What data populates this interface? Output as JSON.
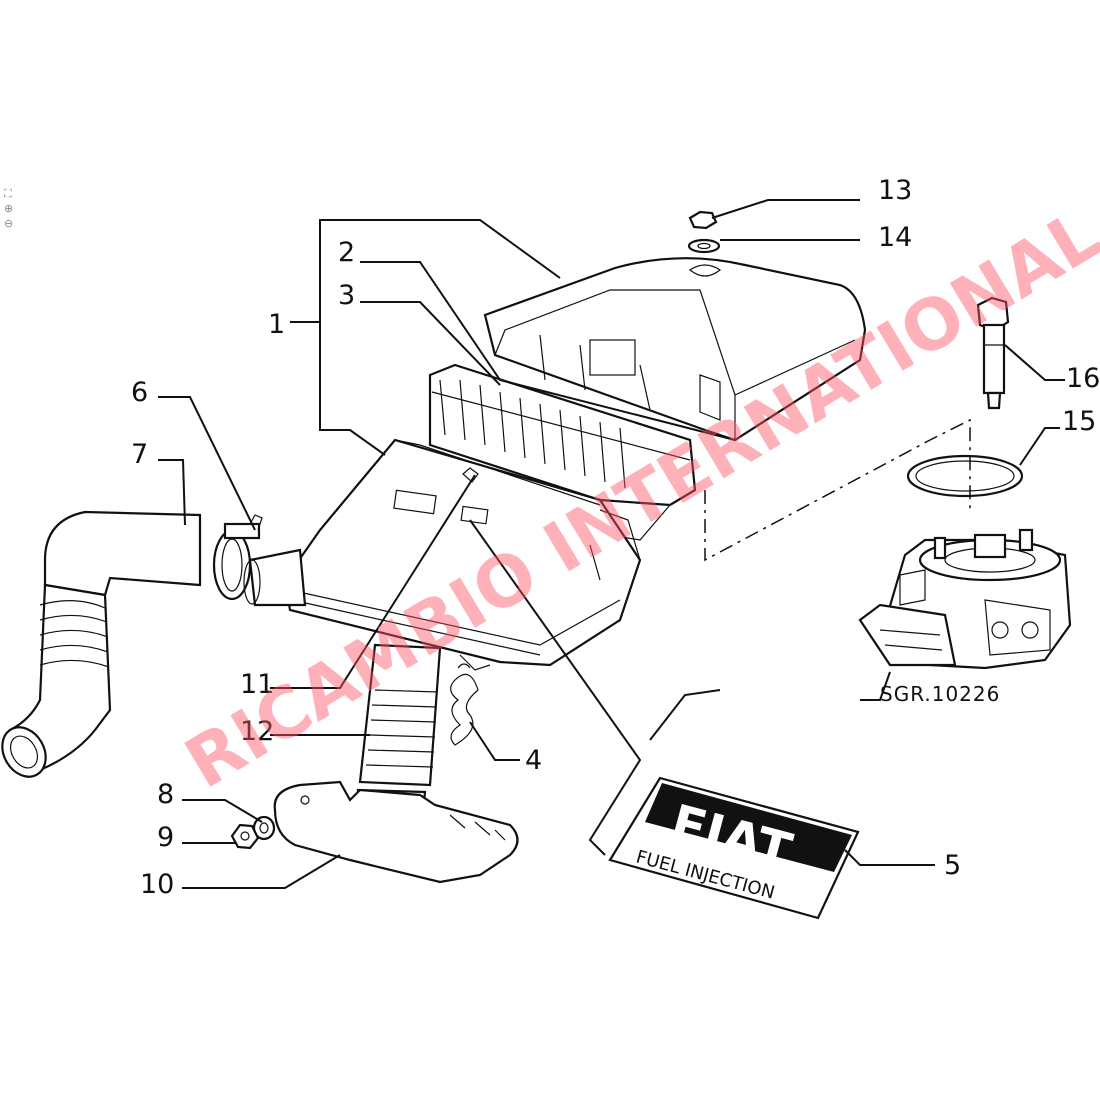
{
  "viewer_tools": [
    {
      "name": "fit-icon",
      "glyph": "⛶"
    },
    {
      "name": "zoom-in-icon",
      "glyph": "⊕"
    },
    {
      "name": "zoom-out-icon",
      "glyph": "⊖"
    }
  ],
  "callouts": [
    "1",
    "2",
    "3",
    "4",
    "5",
    "6",
    "7",
    "8",
    "9",
    "10",
    "11",
    "12",
    "13",
    "14",
    "15",
    "16"
  ],
  "reference_code": "SGR.10226",
  "decal": {
    "brand": "FIAT",
    "text": "FUEL INJECTION"
  },
  "watermark": "RICAMBIO INTERNATIONAL",
  "colors": {
    "line": "#111111",
    "watermark": "#ff5566"
  }
}
